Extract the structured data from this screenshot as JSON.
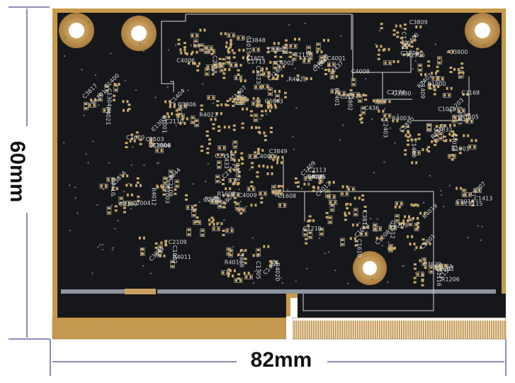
{
  "dimensions": {
    "width": "82mm",
    "height": "60mm"
  },
  "colors": {
    "board": "#15171a",
    "board_edge": "#c79a4a",
    "gold": "#c9a060",
    "gold_dark": "#9e7a3e",
    "silk": "#d8d8d8",
    "pad": "#c9a86a",
    "dimension_line": "#1a1a6e"
  },
  "silkscreen_labels": [
    "C3848",
    "C3823",
    "C3842",
    "C3843",
    "C3849",
    "C3804",
    "C3802",
    "C3830",
    "C3809",
    "C3800",
    "C3850",
    "C3832",
    "C3811",
    "C3801",
    "C3822",
    "C3819",
    "C3817",
    "C3808",
    "C3816",
    "C3844",
    "C3845",
    "C3806",
    "C4005",
    "C4007",
    "C4006",
    "C4002",
    "C4001",
    "C4000",
    "C4003",
    "C4009",
    "C4008",
    "R4003",
    "R1906",
    "R1900",
    "R1901",
    "C1010",
    "C1011",
    "C1208",
    "C1603",
    "R4010",
    "R1101",
    "R1004",
    "C2149",
    "C2108",
    "C2109",
    "C2110",
    "C2113",
    "C2115",
    "C2118",
    "C2160",
    "R2110",
    "C2111",
    "C2112",
    "C2125",
    "C2127",
    "C2174",
    "C2170",
    "C2168",
    "C4014",
    "C4013",
    "C4012",
    "R4019",
    "C1504",
    "R4020",
    "R4021",
    "C1503",
    "C1004",
    "C1003",
    "C1002",
    "C1001",
    "R4045",
    "C1016",
    "C1015",
    "R4028",
    "R4030",
    "R4023",
    "C433",
    "R542",
    "C437",
    "C436",
    "R2400",
    "R2402",
    "R2404",
    "R1203",
    "C1210",
    "C1203",
    "C1116",
    "C1405",
    "C1400",
    "C1620",
    "C4410",
    "R4012",
    "R4011",
    "C1404",
    "C1409",
    "C1413",
    "C1713",
    "C1605",
    "C1606",
    "C1607",
    "C1608",
    "R1608",
    "C2401",
    "C2403",
    "C1201",
    "C1409",
    "C1460",
    "R1605",
    "C1610",
    "C1612",
    "R1206",
    "C1305",
    "C1304",
    "C1303"
  ]
}
